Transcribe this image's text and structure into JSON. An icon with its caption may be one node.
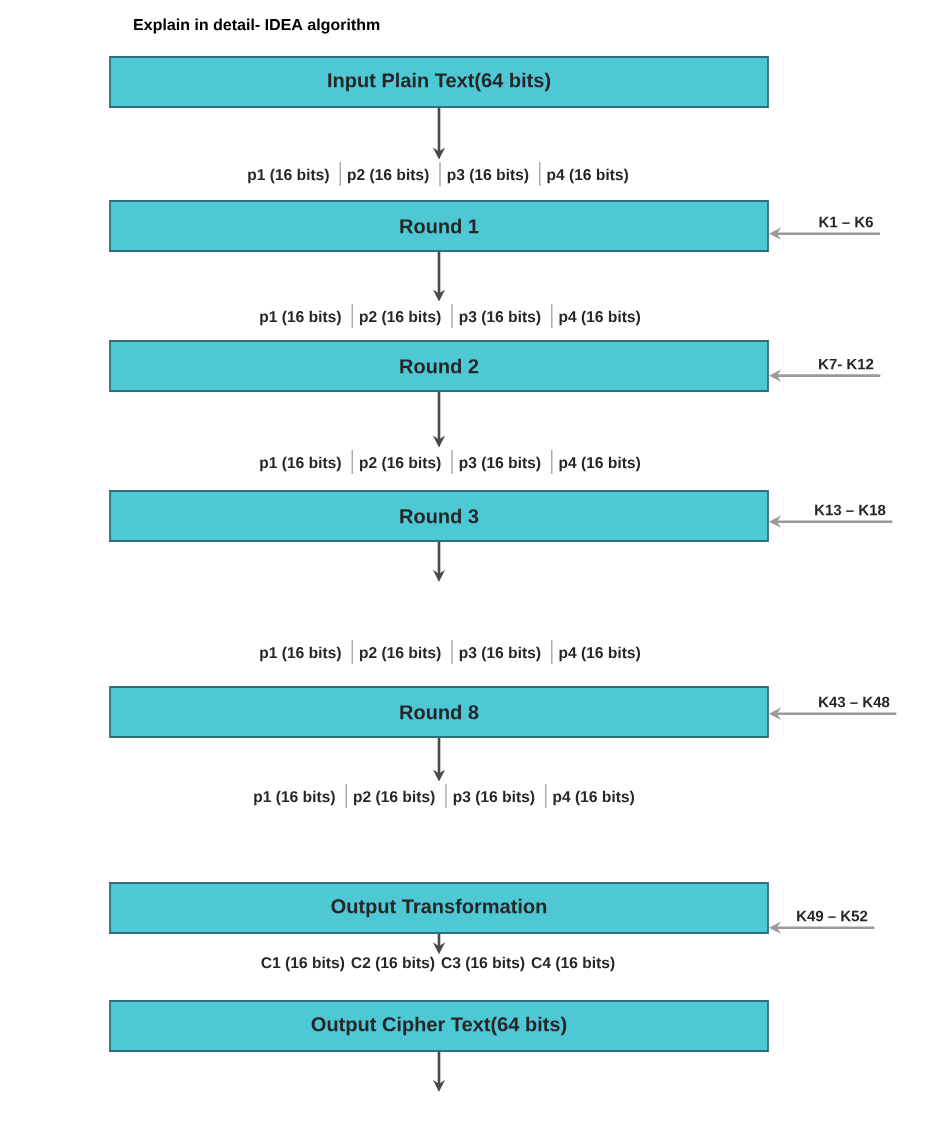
{
  "diagram": {
    "title": "Explain in detail- IDEA algorithm",
    "nodes": [
      {
        "text": [
          "Input Plain Text(64 bits)"
        ]
      },
      {
        "text": [
          "p1 (16 bits)",
          "p2 (16 bits)",
          "p3 (16 bits)",
          "p4 (16 bits)"
        ]
      },
      {
        "text": [
          "Round 1"
        ]
      },
      {
        "text": [
          "K1 – K6"
        ]
      },
      {
        "text": [
          "p1 (16 bits)",
          "p2 (16 bits)",
          "p3 (16 bits)",
          "p4 (16 bits)"
        ]
      },
      {
        "text": [
          "Round 2"
        ]
      },
      {
        "text": [
          "K7- K12"
        ]
      },
      {
        "text": [
          "p1 (16 bits)",
          "p2 (16 bits)",
          "p3 (16 bits)",
          "p4 (16 bits)"
        ]
      },
      {
        "text": [
          "Round 3"
        ]
      },
      {
        "text": [
          "K13 – K18"
        ]
      },
      {
        "text": [
          "p1 (16 bits)",
          "p2 (16 bits)",
          "p3 (16 bits)",
          "p4 (16 bits)"
        ]
      },
      {
        "text": [
          "Round 8"
        ]
      },
      {
        "text": [
          "K43 – K48"
        ]
      },
      {
        "text": [
          "p1 (16 bits)",
          "p2 (16 bits)",
          "p3 (16 bits)",
          "p4 (16 bits)"
        ]
      },
      {
        "text": [
          "Output Transformation"
        ]
      },
      {
        "text": [
          "K49 – K52"
        ]
      },
      {
        "text": [
          "C1 (16 bits)",
          "C2 (16 bits)",
          "C3 (16 bits)",
          "C4 (16 bits)"
        ]
      },
      {
        "text": [
          "Output Cipher Text(64 bits)"
        ]
      }
    ],
    "edges": [
      {
        "from": 0,
        "to": 1,
        "arrow": "to"
      },
      {
        "from": 2,
        "to": 4,
        "arrow": "to"
      },
      {
        "from": 5,
        "to": 7,
        "arrow": "to"
      },
      {
        "from": 8,
        "to": null,
        "arrow": "to"
      },
      {
        "from": 11,
        "to": 13,
        "arrow": "to"
      },
      {
        "from": 14,
        "to": 16,
        "arrow": "to"
      },
      {
        "from": 17,
        "to": null,
        "arrow": "to"
      },
      {
        "from": 3,
        "to": 2,
        "arrow": "to",
        "color": "#9a9a9a"
      },
      {
        "from": 6,
        "to": 5,
        "arrow": "to",
        "color": "#9a9a9a"
      },
      {
        "from": 9,
        "to": 8,
        "arrow": "to",
        "color": "#9a9a9a"
      },
      {
        "from": 12,
        "to": 11,
        "arrow": "to",
        "color": "#9a9a9a"
      },
      {
        "from": 15,
        "to": 14,
        "arrow": "to",
        "color": "#9a9a9a"
      }
    ]
  }
}
